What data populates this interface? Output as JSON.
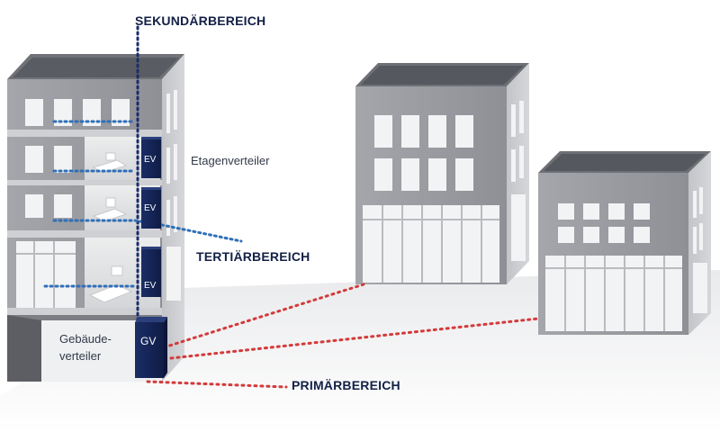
{
  "labels": {
    "secondary": "SEKUNDÄRBEREICH",
    "tertiary": "TERTIÄRBEREICH",
    "primary": "PRIMÄRBEREICH",
    "floor_distributor": "Etagenverteiler",
    "building_distributor_line1": "Gebäude-",
    "building_distributor_line2": "verteiler"
  },
  "racks": {
    "ev": "EV",
    "gv": "GV"
  },
  "colors": {
    "secondary_line": "#1a2d6b",
    "tertiary_line": "#2f6fb8",
    "primary_line": "#d43a3a",
    "rack": "#142456"
  }
}
